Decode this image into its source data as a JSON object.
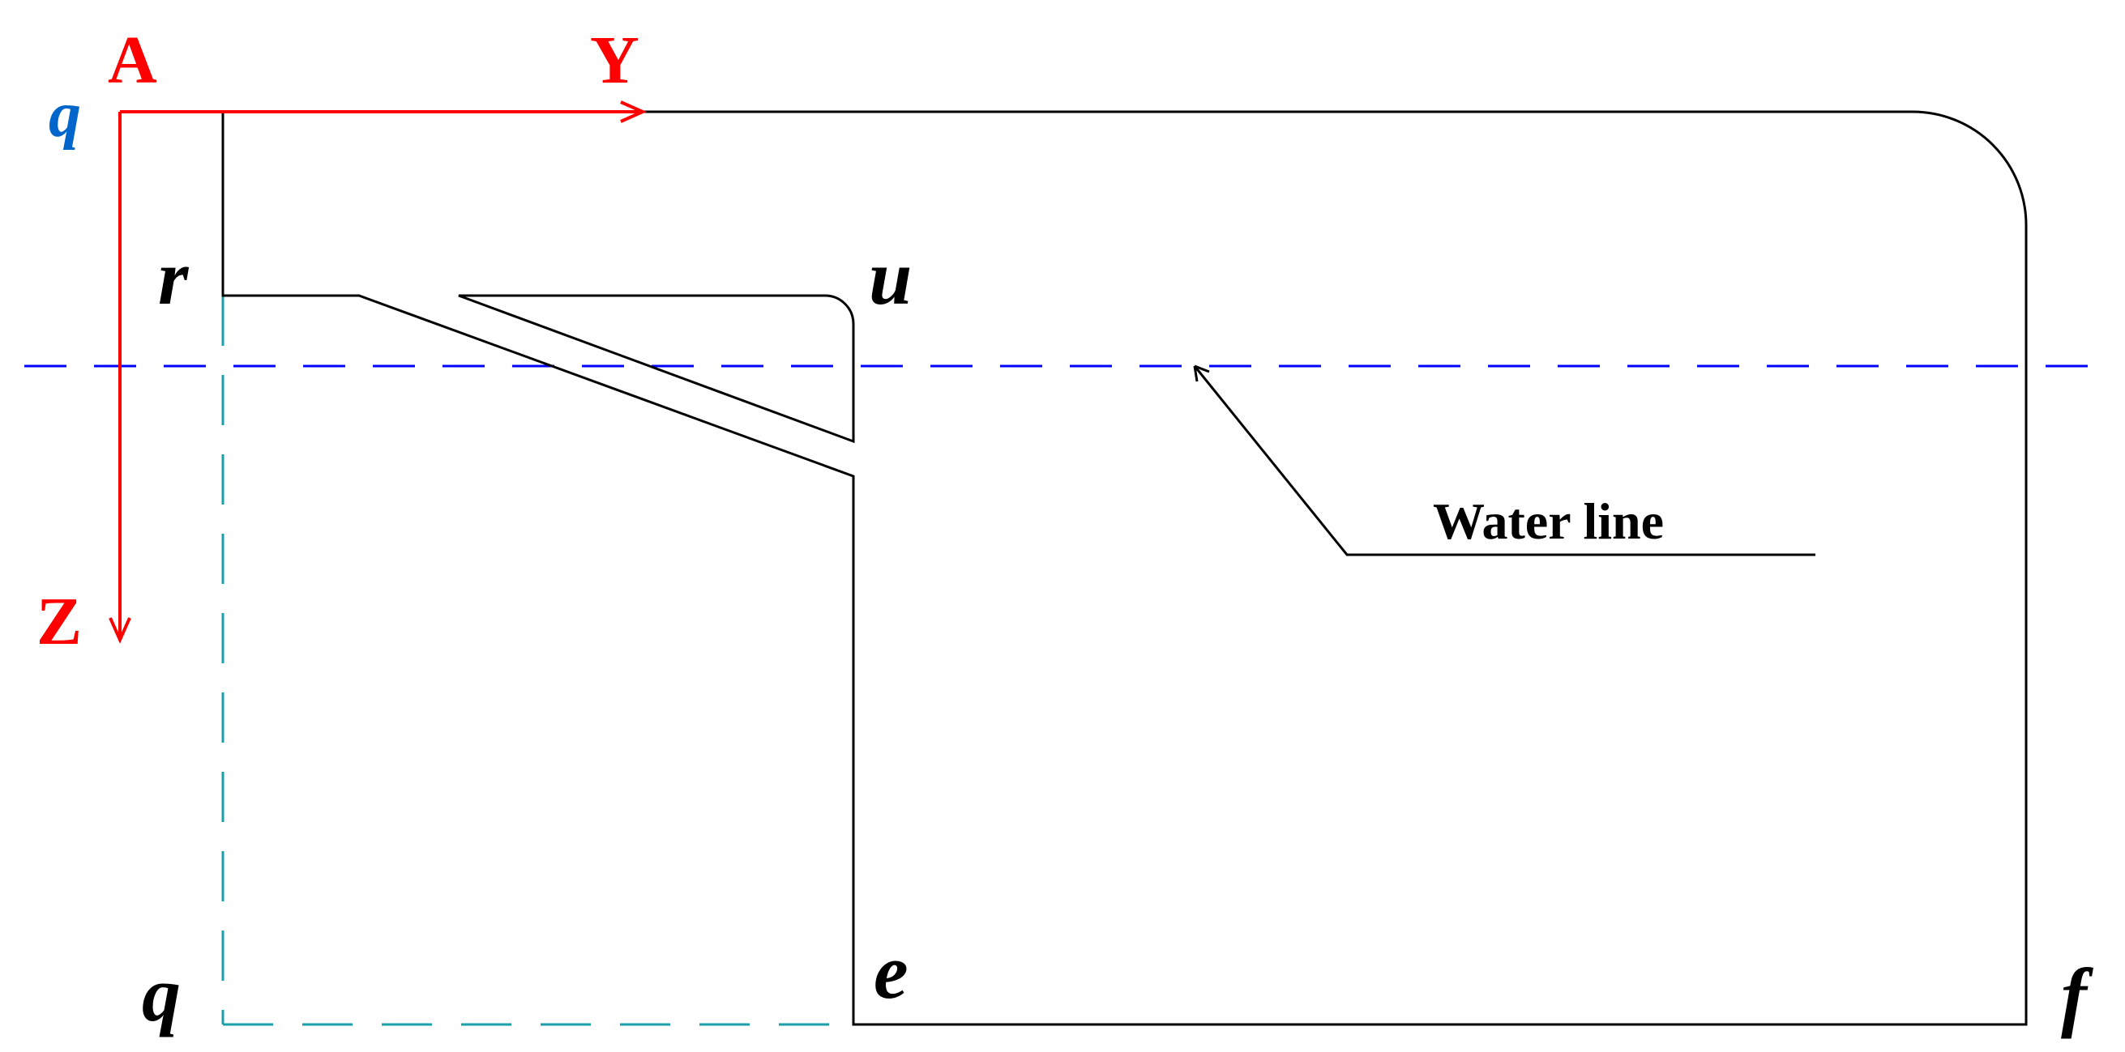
{
  "colors": {
    "axis": "#ff0000",
    "outline": "#000000",
    "water_line": "#0000ff",
    "projection": "#1a9fa8",
    "origin_label": "#0066cc"
  },
  "labels": {
    "origin": "A",
    "origin_point": "q",
    "y_axis": "Y",
    "z_axis": "Z",
    "point_r": "r",
    "point_u": "u",
    "point_q": "q",
    "point_e": "e",
    "point_f": "f",
    "water_line": "Water line"
  }
}
